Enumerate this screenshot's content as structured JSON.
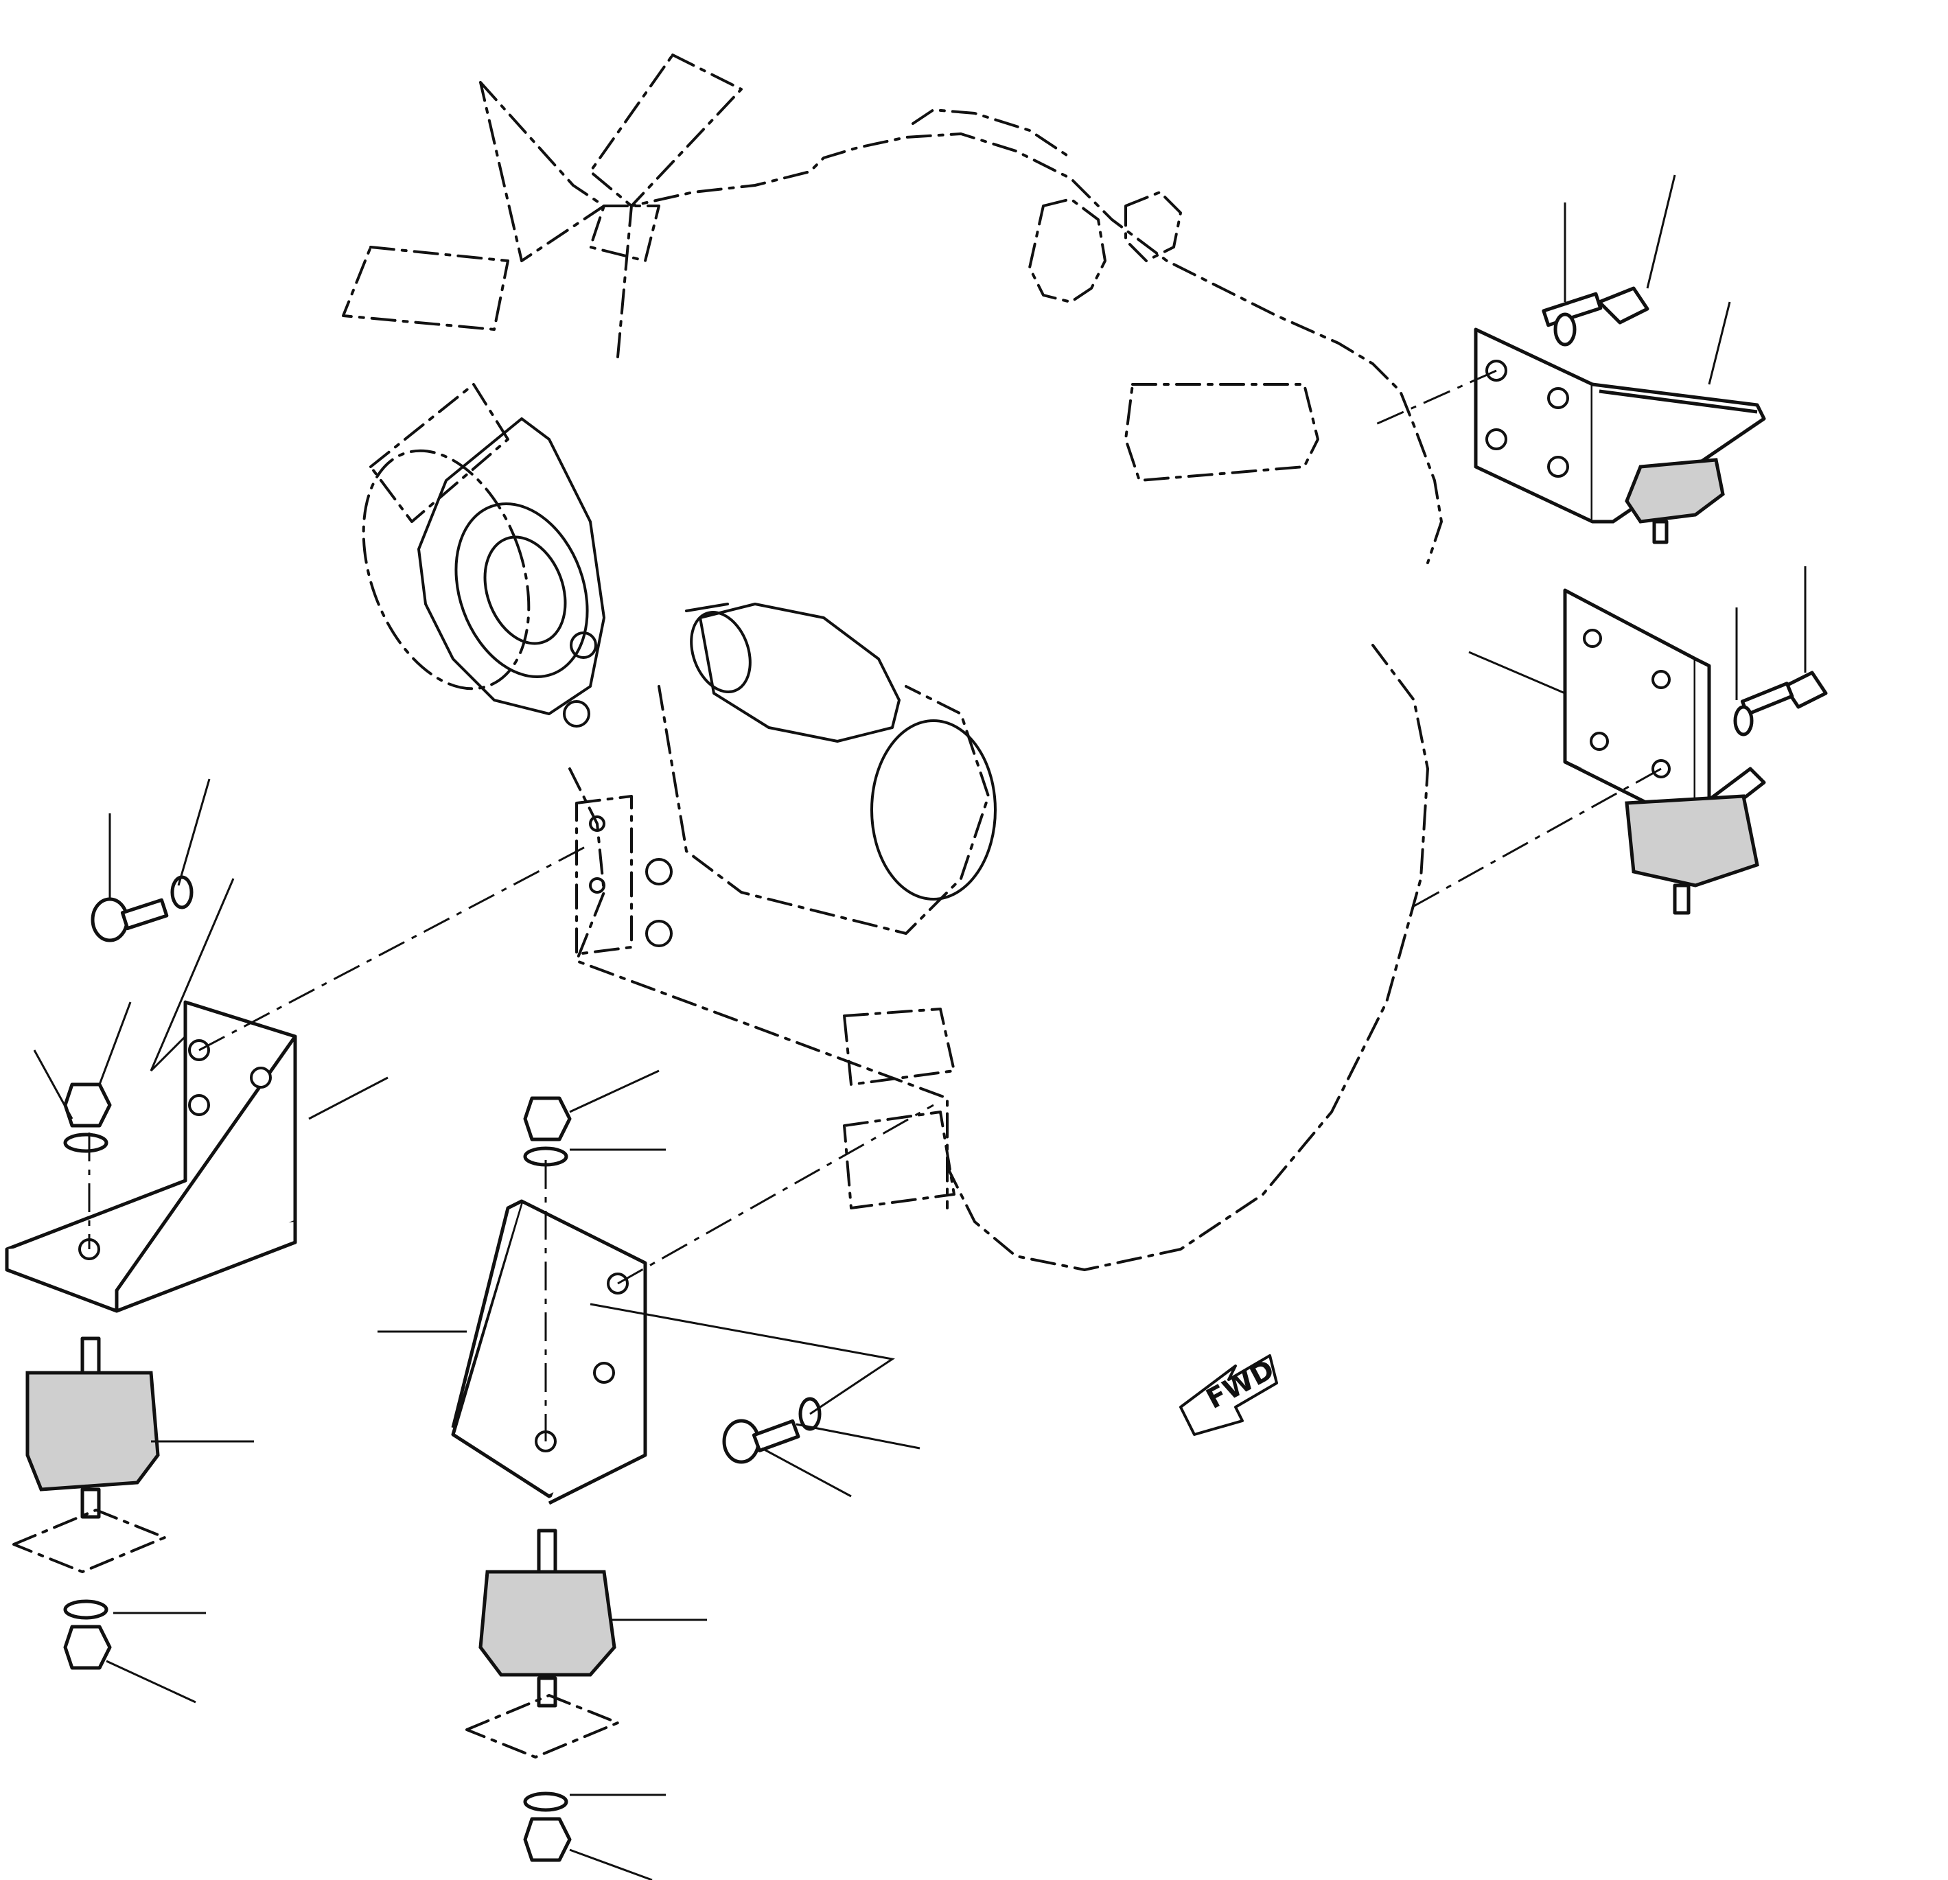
{
  "direction_arrow": {
    "label": "FWD"
  },
  "colors": {
    "line": "#111111",
    "background": "#ffffff",
    "rubber_fill": "#cfcfcf"
  },
  "parts": [
    {
      "id": "bracket-left-front"
    },
    {
      "id": "bracket-left-rear"
    },
    {
      "id": "bracket-right-front"
    },
    {
      "id": "bracket-right-rear"
    },
    {
      "id": "rubber-mount-left-front"
    },
    {
      "id": "rubber-mount-left-rear"
    },
    {
      "id": "rubber-mount-right-front"
    },
    {
      "id": "rubber-mount-right-rear"
    }
  ]
}
